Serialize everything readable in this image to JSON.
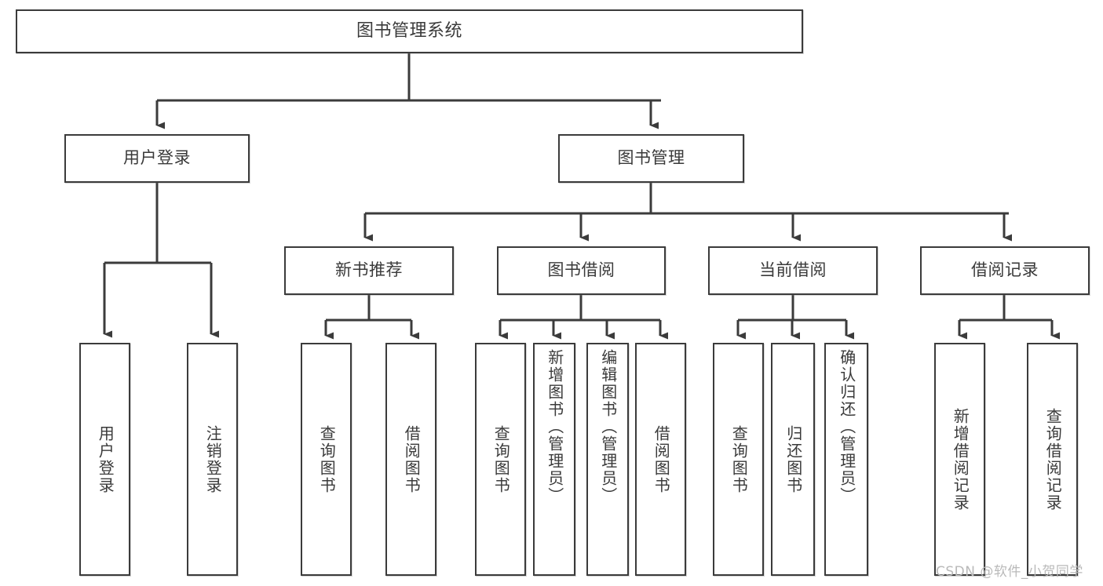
{
  "diagram": {
    "kind": "functional-structure-tree",
    "root": {
      "id": "root",
      "label": "图书管理系统"
    },
    "level2": [
      {
        "id": "user-login",
        "label": "用户登录"
      },
      {
        "id": "book-manage",
        "label": "图书管理"
      }
    ],
    "level3": [
      {
        "id": "new-book-recommend",
        "label": "新书推荐"
      },
      {
        "id": "book-borrow",
        "label": "图书借阅"
      },
      {
        "id": "current-borrow",
        "label": "当前借阅"
      },
      {
        "id": "borrow-record",
        "label": "借阅记录"
      }
    ],
    "leaves": [
      {
        "id": "leaf-user-login",
        "label": "用户登录",
        "parent": "user-login"
      },
      {
        "id": "leaf-logout-login",
        "label": "注销登录",
        "parent": "user-login"
      },
      {
        "id": "leaf-query-book-1",
        "label": "查询图书",
        "parent": "new-book-recommend"
      },
      {
        "id": "leaf-borrow-book-1",
        "label": "借阅图书",
        "parent": "new-book-recommend"
      },
      {
        "id": "leaf-query-book-2",
        "label": "查询图书",
        "parent": "book-borrow"
      },
      {
        "id": "leaf-add-book",
        "label": "新增图书（管理员）",
        "parent": "book-borrow"
      },
      {
        "id": "leaf-edit-book",
        "label": "编辑图书（管理员）",
        "parent": "book-borrow"
      },
      {
        "id": "leaf-borrow-book-2",
        "label": "借阅图书",
        "parent": "book-borrow"
      },
      {
        "id": "leaf-query-book-3",
        "label": "查询图书",
        "parent": "current-borrow"
      },
      {
        "id": "leaf-return-book",
        "label": "归还图书",
        "parent": "current-borrow"
      },
      {
        "id": "leaf-confirm-return",
        "label": "确认归还（管理员）",
        "parent": "current-borrow"
      },
      {
        "id": "leaf-add-record",
        "label": "新增借阅记录",
        "parent": "borrow-record"
      },
      {
        "id": "leaf-query-record",
        "label": "查询借阅记录",
        "parent": "borrow-record"
      }
    ],
    "colors": {
      "background": "#ffffff",
      "node_border": "#3b3b3b",
      "node_fill": "#ffffff",
      "text": "#3a3a3a",
      "edge": "#3b3b3b",
      "watermark": "#b9b9b9"
    }
  },
  "watermark": {
    "text": "CSDN @软件_小贺同学"
  }
}
